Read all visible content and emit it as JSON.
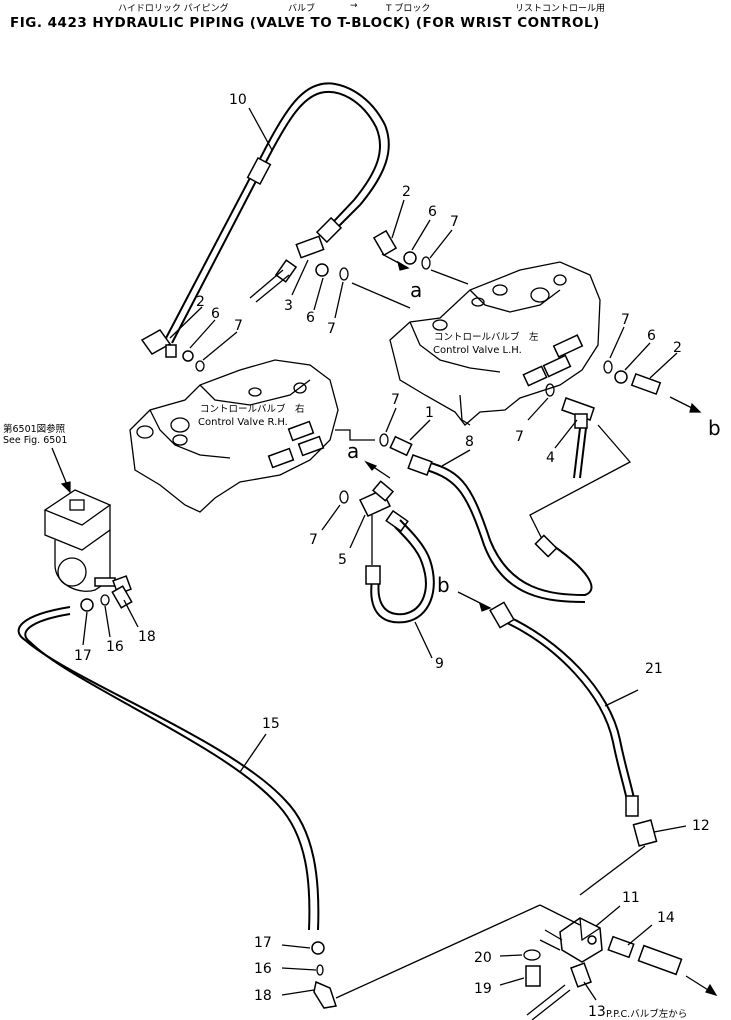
{
  "header": {
    "jp_title_1": "ハイドロリック パイピング",
    "jp_title_2": "バルブ",
    "jp_arrow": "→",
    "jp_title_3": "T ブロック",
    "jp_title_4": "リストコントロール用",
    "fig_title": "FIG. 4423  HYDRAULIC PIPING (VALVE TO T-BLOCK) (FOR WRIST CONTROL)"
  },
  "valves": {
    "rh_jp": "コントロールバルブ　右",
    "rh_en": "Control Valve  R.H.",
    "lh_jp": "コントロールバルブ　左",
    "lh_en": "Control Valve  L.H."
  },
  "references": {
    "see_jp": "第6501図参照",
    "see_en": "See Fig. 6501",
    "ppc_note": "P.P.C.バルブ左から"
  },
  "connection_markers": {
    "a_upper": "a",
    "a_lower": "a",
    "b_right": "b",
    "b_middle": "b"
  },
  "callouts": [
    {
      "id": "c10",
      "text": "10"
    },
    {
      "id": "c2a",
      "text": "2"
    },
    {
      "id": "c6a",
      "text": "6"
    },
    {
      "id": "c7a",
      "text": "7"
    },
    {
      "id": "c3",
      "text": "3"
    },
    {
      "id": "c6b",
      "text": "6"
    },
    {
      "id": "c7b",
      "text": "7"
    },
    {
      "id": "c2b",
      "text": "2"
    },
    {
      "id": "c6c",
      "text": "6"
    },
    {
      "id": "c7c",
      "text": "7"
    },
    {
      "id": "c7d",
      "text": "7"
    },
    {
      "id": "c6d",
      "text": "6"
    },
    {
      "id": "c2c",
      "text": "2"
    },
    {
      "id": "c7e",
      "text": "7"
    },
    {
      "id": "c1",
      "text": "1"
    },
    {
      "id": "c8",
      "text": "8"
    },
    {
      "id": "c7f",
      "text": "7"
    },
    {
      "id": "c4",
      "text": "4"
    },
    {
      "id": "c7g",
      "text": "7"
    },
    {
      "id": "c5",
      "text": "5"
    },
    {
      "id": "c9",
      "text": "9"
    },
    {
      "id": "c21",
      "text": "21"
    },
    {
      "id": "c17a",
      "text": "17"
    },
    {
      "id": "c16a",
      "text": "16"
    },
    {
      "id": "c18a",
      "text": "18"
    },
    {
      "id": "c15",
      "text": "15"
    },
    {
      "id": "c12",
      "text": "12"
    },
    {
      "id": "c11",
      "text": "11"
    },
    {
      "id": "c14",
      "text": "14"
    },
    {
      "id": "c17b",
      "text": "17"
    },
    {
      "id": "c16b",
      "text": "16"
    },
    {
      "id": "c18b",
      "text": "18"
    },
    {
      "id": "c20",
      "text": "20"
    },
    {
      "id": "c19",
      "text": "19"
    },
    {
      "id": "c13",
      "text": "13"
    }
  ]
}
